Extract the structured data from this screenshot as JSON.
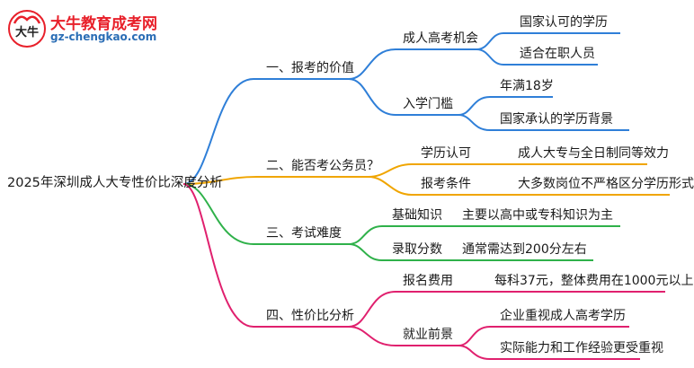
{
  "logo": {
    "name": "大牛教育成考网",
    "url": "gz-chengkao.com",
    "mark_text": "大牛"
  },
  "root": {
    "label": "2025年深圳成人大专性价比深度分析"
  },
  "branches": [
    {
      "label": "一、报考的价值",
      "color": "#2f7fd8",
      "children": [
        {
          "label": "成人高考机会",
          "leaves": [
            "国家认可的学历",
            "适合在职人员"
          ]
        },
        {
          "label": "入学门槛",
          "leaves": [
            "年满18岁",
            "国家承认的学历背景"
          ]
        }
      ]
    },
    {
      "label": "二、能否考公务员？",
      "color": "#f0a500",
      "children": [
        {
          "label": "学历认可",
          "leaves": [
            "成人大专与全日制同等效力"
          ]
        },
        {
          "label": "报考条件",
          "leaves": [
            "大多数岗位不严格区分学历形式"
          ]
        }
      ]
    },
    {
      "label": "三、考试难度",
      "color": "#2fb14a",
      "children": [
        {
          "label": "基础知识",
          "leaves": [
            "主要以高中或专科知识为主"
          ]
        },
        {
          "label": "录取分数",
          "leaves": [
            "通常需达到200分左右"
          ]
        }
      ]
    },
    {
      "label": "四、性价比分析",
      "color": "#e0206e",
      "children": [
        {
          "label": "报名费用",
          "leaves": [
            "每科37元，整体费用在1000元以上"
          ]
        },
        {
          "label": "就业前景",
          "leaves": [
            "企业重视成人高考学历",
            "实际能力和工作经验更受重视"
          ]
        }
      ]
    }
  ]
}
